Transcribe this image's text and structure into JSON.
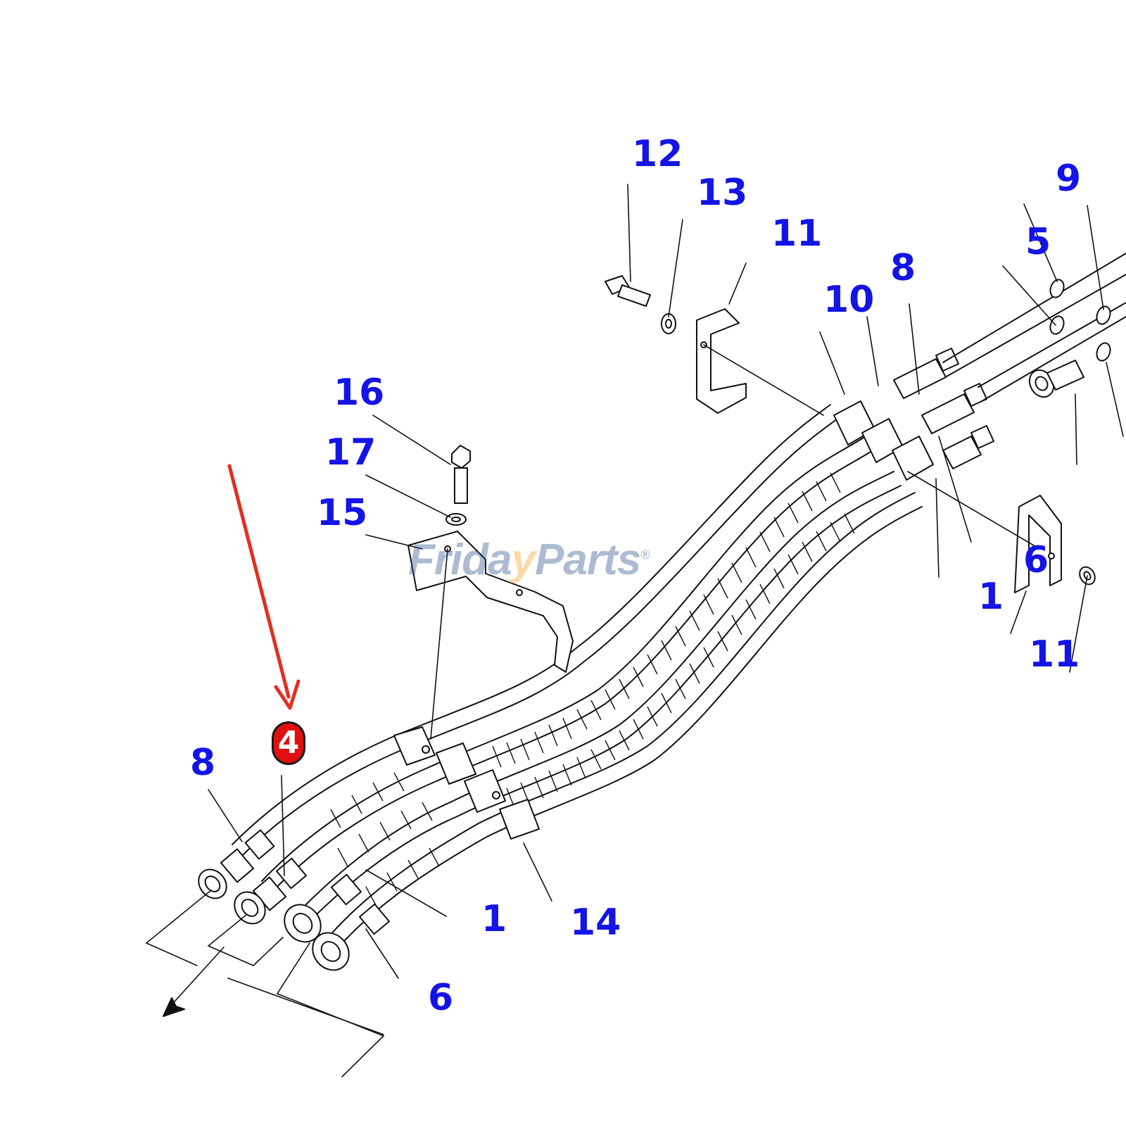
{
  "diagram": {
    "callouts": [
      {
        "id": "c12",
        "label": "12"
      },
      {
        "id": "c13",
        "label": "13"
      },
      {
        "id": "c11a",
        "label": "11"
      },
      {
        "id": "c9",
        "label": "9"
      },
      {
        "id": "c5",
        "label": "5"
      },
      {
        "id": "c8a",
        "label": "8"
      },
      {
        "id": "c10",
        "label": "10"
      },
      {
        "id": "c16",
        "label": "16"
      },
      {
        "id": "c17",
        "label": "17"
      },
      {
        "id": "c15",
        "label": "15"
      },
      {
        "id": "c6a",
        "label": "6"
      },
      {
        "id": "c1a",
        "label": "1"
      },
      {
        "id": "c11b",
        "label": "11"
      },
      {
        "id": "c8b",
        "label": "8"
      },
      {
        "id": "c1b",
        "label": "1"
      },
      {
        "id": "c14",
        "label": "14"
      },
      {
        "id": "c6b",
        "label": "6"
      }
    ],
    "highlighted_part": {
      "label": "4",
      "color": "#e01010"
    },
    "arrow_color": "#e03020",
    "callout_color": "#1414e6"
  },
  "watermark": {
    "text_main": "Frida",
    "text_accent": "y",
    "text_end": "Parts",
    "mark": "®"
  }
}
